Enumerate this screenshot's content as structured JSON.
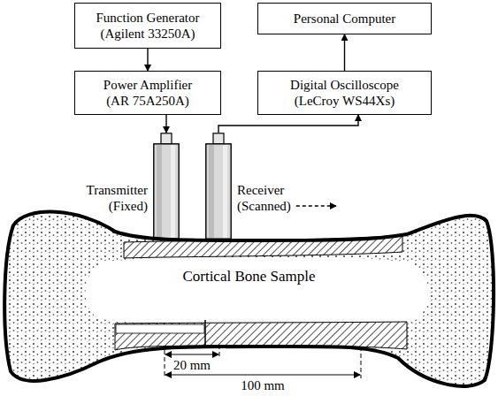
{
  "diagram": {
    "nodes": [
      {
        "text": [
          "Function Generator",
          "(Agilent 33250A)"
        ]
      },
      {
        "text": [
          "Personal Computer"
        ]
      },
      {
        "text": [
          "Power Amplifier",
          "(AR 75A250A)"
        ]
      },
      {
        "text": [
          "Digital Oscilloscope",
          "(LeCroy WS44Xs)"
        ]
      },
      {
        "text": [
          "Transmitter",
          "(Fixed)"
        ]
      },
      {
        "text": [
          "Receiver",
          "(Scanned)"
        ]
      },
      {
        "text": [
          "Cortical Bone Sample"
        ]
      }
    ],
    "edges": [
      {
        "from": 0,
        "to": 2,
        "arrow": "to"
      },
      {
        "from": 2,
        "to": 4,
        "arrow": "to"
      },
      {
        "from": 5,
        "to": 3,
        "arrow": "to"
      },
      {
        "from": 3,
        "to": 1,
        "arrow": "to"
      }
    ],
    "labels": [
      "20 mm",
      "100 mm"
    ]
  }
}
